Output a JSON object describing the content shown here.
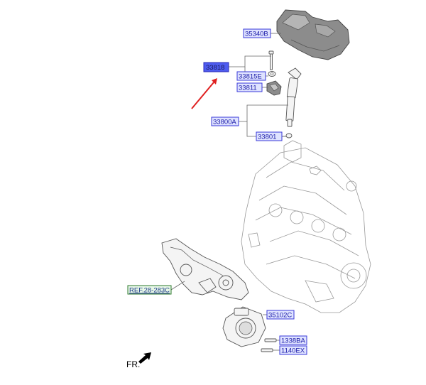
{
  "labels": {
    "cover": "35340B",
    "bolt": "33818",
    "washer_top": "33815E",
    "clamp": "33811",
    "injector": "33800A",
    "washer_bottom": "33801",
    "throttle": "35102C",
    "bolt_a": "1338BA",
    "bolt_b": "1140EX",
    "ref": "REF.28-283C",
    "fr": "FR."
  },
  "colors": {
    "label_fill": "#dfe3ff",
    "label_stroke": "#3a3ad8",
    "selected_fill": "#4e5cf0",
    "arrow": "#e02020",
    "ref_stroke": "#2d7a2d"
  },
  "selected_label": "bolt"
}
